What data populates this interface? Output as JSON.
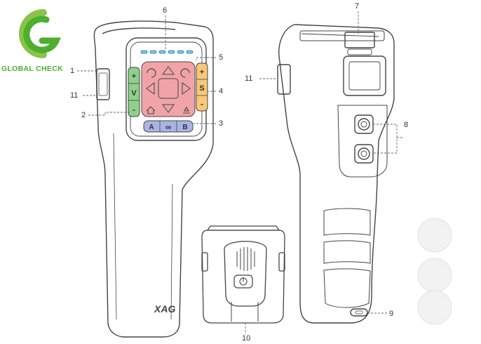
{
  "logo": {
    "text": "GLOBAL CHECK",
    "colors": {
      "primary": "#4caf2e",
      "secondary": "#8bc34a"
    }
  },
  "device": {
    "brand_text": "XAG",
    "buttons": {
      "plus": "+",
      "v": "V",
      "minus": "-",
      "s": "S",
      "a": "A",
      "infinity": "∞",
      "b": "B"
    },
    "colors": {
      "green_buttons": "#8fd08a",
      "orange_buttons": "#f8c878",
      "red_pad": "#f0a4a8",
      "blue_buttons": "#a9b4e6",
      "leds": "#7cc8e8",
      "outline": "#444444"
    }
  },
  "callouts": {
    "c1": "1",
    "c2": "2",
    "c3": "3",
    "c4": "4",
    "c5": "5",
    "c6": "6",
    "c7": "7",
    "c8": "8",
    "c9": "9",
    "c10": "10",
    "c11a": "11",
    "c11b": "11"
  }
}
